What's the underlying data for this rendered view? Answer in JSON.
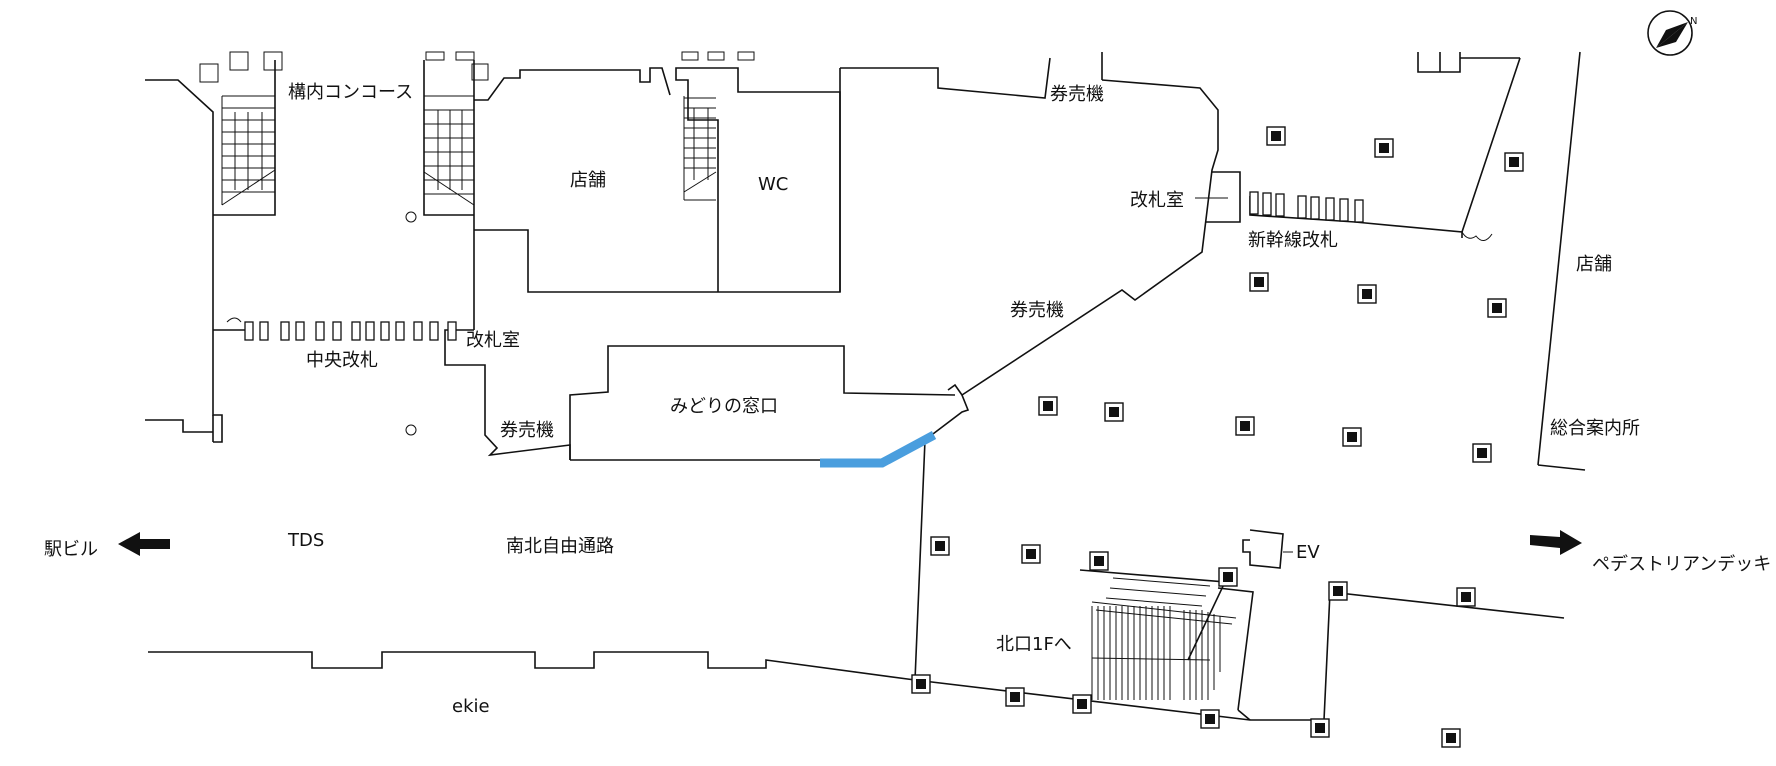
{
  "map": {
    "labels": {
      "concourse": "構内コンコース",
      "shop_left": "店舗",
      "wc": "WC",
      "ticket_machine_top": "券売機",
      "gate_room_right": "改札室",
      "shinkansen_gate": "新幹線改札",
      "shop_right": "店舗",
      "ticket_machine_mid": "券売機",
      "central_gate": "中央改札",
      "gate_room_left": "改札室",
      "midori": "みどりの窓口",
      "ticket_machine_low": "券売機",
      "info": "総合案内所",
      "station_building": "駅ビル",
      "tds": "TDS",
      "free_passage": "南北自由通路",
      "ev": "EV",
      "pedestrian_deck": "ペデストリアンデッキ",
      "north_exit": "北口1Fへ",
      "ekie": "ekie"
    },
    "icons": {
      "compass": "compass-icon",
      "arrow_left": "arrow-left-icon",
      "arrow_right": "arrow-right-icon"
    },
    "colors": {
      "highlight": "#4a9ede",
      "walls": "#111111"
    }
  }
}
